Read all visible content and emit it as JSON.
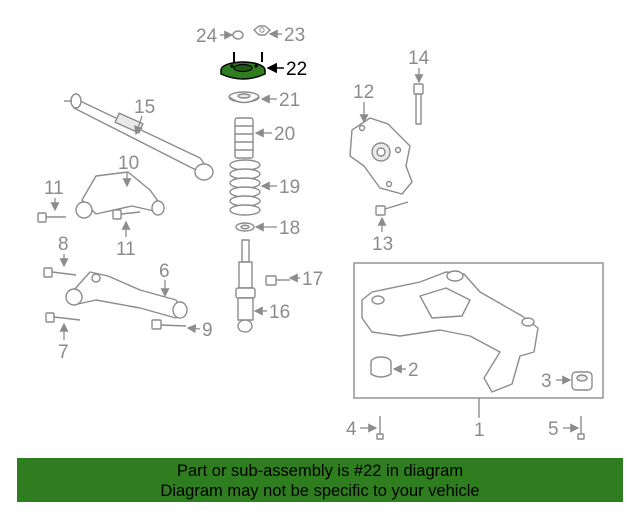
{
  "labels": {
    "l1": "1",
    "l2": "2",
    "l3": "3",
    "l4": "4",
    "l5": "5",
    "l6": "6",
    "l7": "7",
    "l8": "8",
    "l9": "9",
    "l10": "10",
    "l11a": "11",
    "l11b": "11",
    "l12": "12",
    "l13": "13",
    "l14": "14",
    "l15": "15",
    "l16": "16",
    "l17": "17",
    "l18": "18",
    "l19": "19",
    "l20": "20",
    "l21": "21",
    "l22": "22",
    "l23": "23",
    "l24": "24"
  },
  "highlight": {
    "part_number": "22",
    "color": "#2e7d1e"
  },
  "banner": {
    "line1": "Part or sub-assembly is #22 in diagram",
    "line2": "Diagram may not be specific to your vehicle"
  }
}
